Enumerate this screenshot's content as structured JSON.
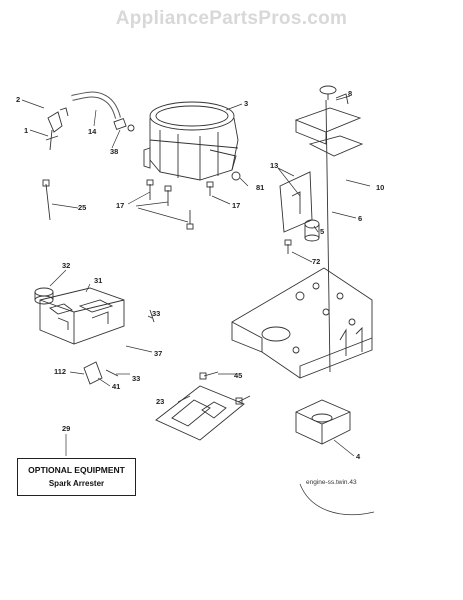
{
  "watermark": "AppliancePartsPros.com",
  "callouts": {
    "c1": "1",
    "c2": "2",
    "c3": "3",
    "c4": "4",
    "c5": "5",
    "c6": "6",
    "c8": "8",
    "c10": "10",
    "c13": "13",
    "c14": "14",
    "c17a": "17",
    "c17b": "17",
    "c23": "23",
    "c25": "25",
    "c29": "29",
    "c31": "31",
    "c32": "32",
    "c33a": "33",
    "c33b": "33",
    "c37": "37",
    "c38": "38",
    "c41": "41",
    "c45": "45",
    "c72": "72",
    "c81": "81",
    "c112": "112"
  },
  "optional_box": {
    "title": "OPTIONAL EQUIPMENT",
    "subtitle": "Spark Arrester"
  },
  "drawing_ref": "engine-ss.twin.43",
  "colors": {
    "line": "#333333",
    "watermark": "#d8d8d8"
  }
}
